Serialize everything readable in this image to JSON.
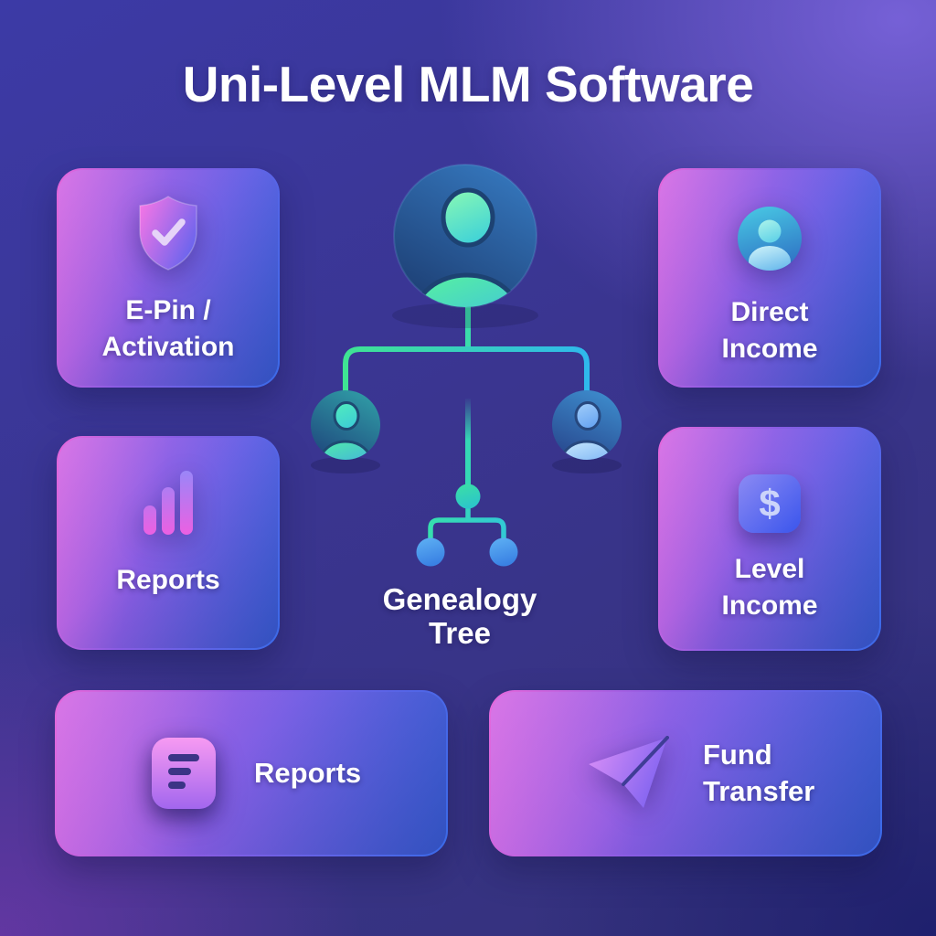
{
  "title": "Uni-Level MLM Software",
  "tree": {
    "caption_lines": [
      "Genealogy",
      "Tree"
    ],
    "structure": {
      "root": "member-avatar",
      "children": [
        "member-avatar",
        "member-avatar"
      ],
      "sub_node": "node-dot",
      "sub_children": [
        "node-dot",
        "node-dot"
      ]
    }
  },
  "cards": [
    {
      "id": "epin-activation",
      "icon": "shield-check-icon",
      "lines": [
        "E-Pin /",
        "Activation"
      ]
    },
    {
      "id": "direct-income",
      "icon": "user-circle-icon",
      "lines": [
        "Direct",
        "Income"
      ]
    },
    {
      "id": "reports",
      "icon": "bar-chart-icon",
      "lines": [
        "Reports"
      ]
    },
    {
      "id": "level-income",
      "icon": "dollar-square-icon",
      "lines": [
        "Level",
        "Income"
      ],
      "glyph": "$"
    },
    {
      "id": "reports-summary",
      "icon": "document-lines-icon",
      "lines": [
        "Reports"
      ]
    },
    {
      "id": "fund-transfer",
      "icon": "paper-plane-icon",
      "lines": [
        "Fund",
        "Transfer"
      ]
    }
  ],
  "colors": {
    "background_top_left": "#3b3aa2",
    "background_top_right": "#7263c9",
    "background_bottom_left": "#52308c",
    "background_bottom_right": "#2a2b7c",
    "card_border_pink": "#e468dc",
    "card_border_blue": "#3a6ae8",
    "connector_green": "#3fe493",
    "connector_cyan": "#2fb9ec",
    "text": "#ffffff"
  }
}
